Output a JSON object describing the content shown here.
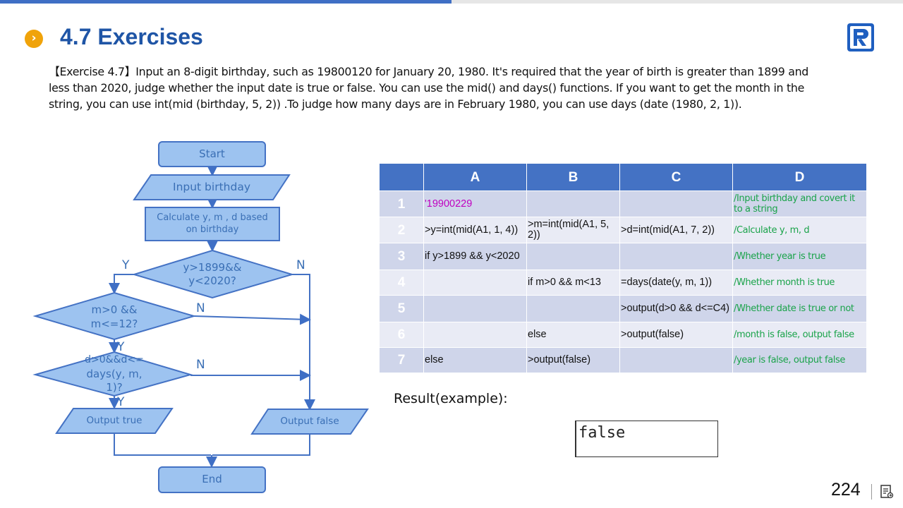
{
  "slide": {
    "title": "4.7 Exercises",
    "description": "【Exercise 4.7】Input an 8-digit birthday, such as 19800120 for January 20, 1980. It's required that the year of birth is greater than 1899 and less than 2020, judge whether the input date is true or false. You can use the mid() and days() functions. If you want to get the month in the string, you can use int(mid (birthday, 5, 2)) .To judge how many days are in February 1980, you can use days (date (1980, 2, 1)).",
    "page_number": "224"
  },
  "flowchart": {
    "start": "Start",
    "input": "Input birthday",
    "calc_line1": "Calculate  y, m , d based",
    "calc_line2": "on birthday",
    "cond1_line1": "y>1899&&",
    "cond1_line2": "y<2020?",
    "cond2_line1": "m>0 &&",
    "cond2_line2": "m<=12?",
    "cond3_line1": "d>0&&d<=",
    "cond3_line2": "days(y,  m,",
    "cond3_line3": "1)?",
    "out_true": "Output true",
    "out_false": "Output false",
    "end": "End",
    "yes": "Y",
    "no": "N"
  },
  "grid": {
    "columns": [
      "A",
      "B",
      "C",
      "D"
    ],
    "rows": [
      {
        "num": "1",
        "a": "'19900229",
        "b": "",
        "c": "",
        "d": "/Input birthday and covert it to a string"
      },
      {
        "num": "2",
        "a": ">y=int(mid(A1,  1, 4))",
        "b": ">m=int(mid(A1,  5, 2))",
        "c": ">d=int(mid(A1,  7, 2))",
        "d": "/Calculate y, m, d"
      },
      {
        "num": "3",
        "a": "if y>1899  && y<2020",
        "b": "",
        "c": "",
        "d": "/Whether year is true"
      },
      {
        "num": "4",
        "a": "",
        "b": "if m>0  && m<13",
        "c": "=days(date(y,  m,  1))",
        "d": "/Whether month is true"
      },
      {
        "num": "5",
        "a": "",
        "b": "",
        "c": ">output(d>0  && d<=C4)",
        "d": "/Whether date is true or not"
      },
      {
        "num": "6",
        "a": "",
        "b": "else",
        "c": ">output(false)",
        "d": "/month is false, output false"
      },
      {
        "num": "7",
        "a": "else",
        "b": ">output(false)",
        "c": "",
        "d": "/year is false, output false"
      }
    ]
  },
  "result": {
    "label": "Result(example):",
    "value": "false"
  },
  "colors": {
    "accent": "#1f55a6",
    "header_fill": "#4472c4",
    "flow_fill": "#9dc3f0",
    "comment": "#1aa34a",
    "string": "#c000c0"
  }
}
